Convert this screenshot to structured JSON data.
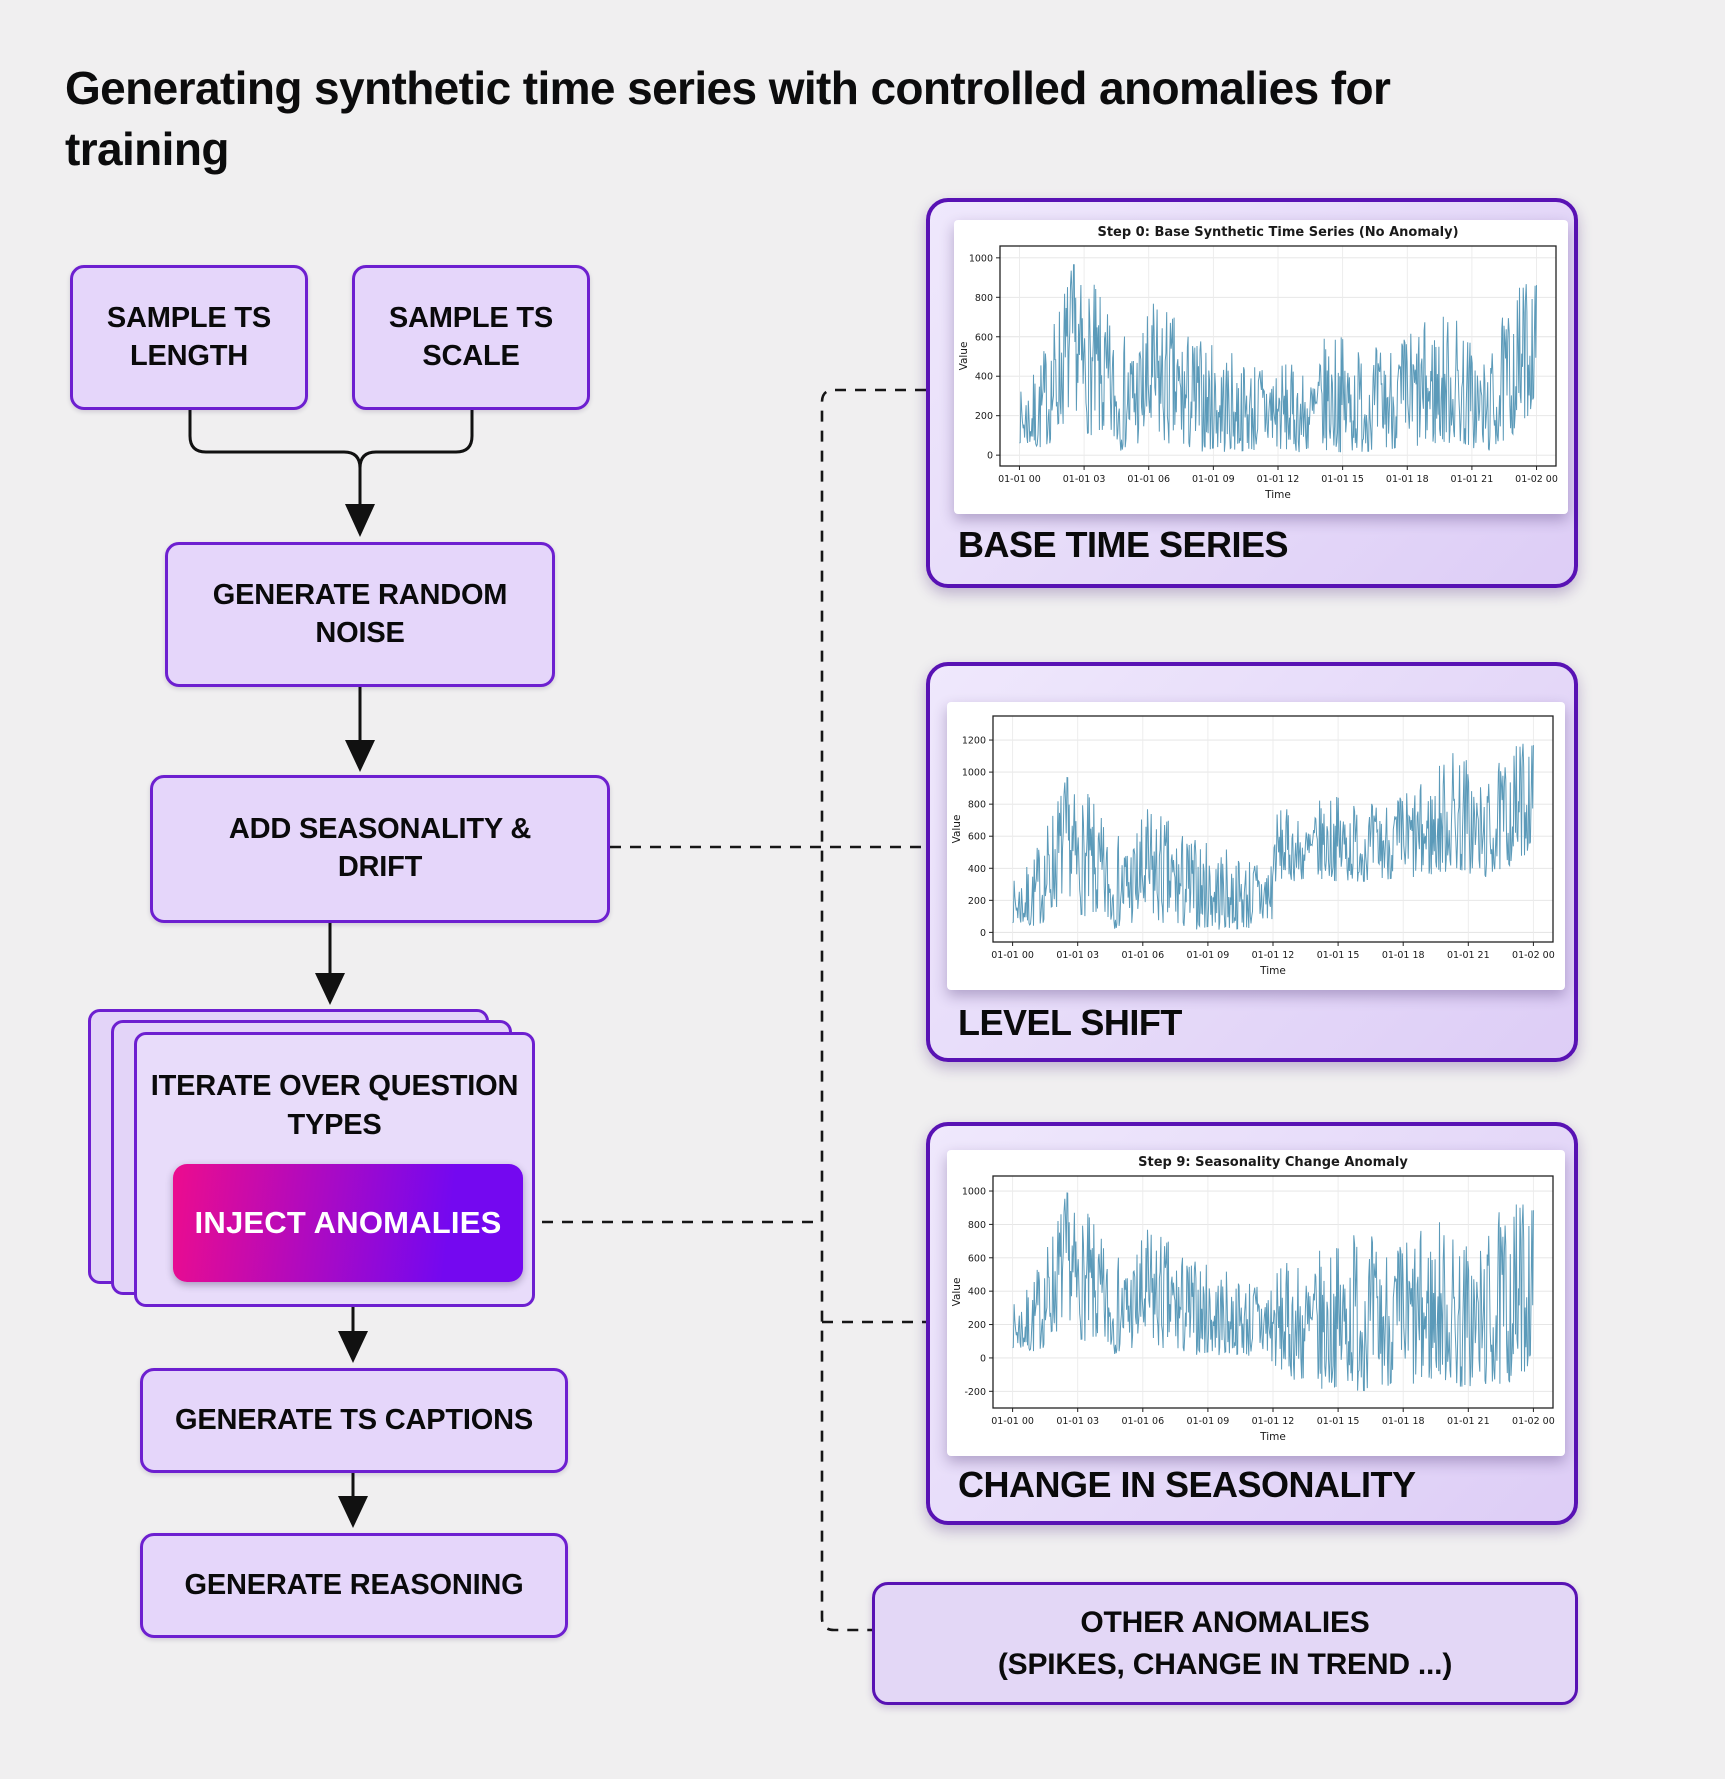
{
  "page": {
    "background": "#f0eff0",
    "title": "Generating synthetic time series with controlled anomalies for\ntraining"
  },
  "colors": {
    "box_fill": "#e5d6fa",
    "box_border": "#6d1fd0",
    "card_border": "#5812b4",
    "card_fill_light": "#efe8fc",
    "card_fill_dark": "#ddcdf6",
    "gradient_left": "#ec0c8e",
    "gradient_right": "#7408f0",
    "chart_line": "#5b9ab9",
    "connector": "#111111"
  },
  "flow": {
    "sample_length": {
      "label": "SAMPLE TS\nLENGTH"
    },
    "sample_scale": {
      "label": "SAMPLE TS\nSCALE"
    },
    "generate_noise": {
      "label": "GENERATE RANDOM\nNOISE"
    },
    "add_seasonality": {
      "label": "ADD SEASONALITY &\nDRIFT"
    },
    "iterate": {
      "label": "ITERATE OVER QUESTION\nTYPES"
    },
    "inject": {
      "label": "INJECT ANOMALIES"
    },
    "captions": {
      "label": "GENERATE TS CAPTIONS"
    },
    "reasoning": {
      "label": "GENERATE REASONING"
    }
  },
  "cards": [
    {
      "label": "BASE TIME SERIES"
    },
    {
      "label": "LEVEL SHIFT"
    },
    {
      "label": "CHANGE IN SEASONALITY"
    },
    {
      "label": "OTHER ANOMALIES\n(SPIKES, CHANGE IN TREND ...)"
    }
  ],
  "chart_data": [
    {
      "type": "line",
      "title": "Step 0: Base Synthetic Time Series (No Anomaly)",
      "xlabel": "Time",
      "ylabel": "Value",
      "grid": true,
      "line_color": "#5b9ab9",
      "xtick_labels": [
        "01-01 00",
        "01-01 03",
        "01-01 06",
        "01-01 09",
        "01-01 12",
        "01-01 15",
        "01-01 18",
        "01-01 21",
        "01-02 00"
      ],
      "yticks": [
        0,
        200,
        400,
        600,
        800,
        1000
      ],
      "ylim": [
        -55,
        1060
      ],
      "seed": 7,
      "n_points": 700,
      "envelope": [
        [
          0,
          60,
          320
        ],
        [
          0.03,
          10,
          430
        ],
        [
          0.06,
          60,
          640
        ],
        [
          0.085,
          150,
          880
        ],
        [
          0.105,
          260,
          1005
        ],
        [
          0.125,
          120,
          830
        ],
        [
          0.145,
          90,
          870
        ],
        [
          0.165,
          60,
          755
        ],
        [
          0.19,
          20,
          600
        ],
        [
          0.23,
          40,
          645
        ],
        [
          0.265,
          60,
          810
        ],
        [
          0.29,
          40,
          745
        ],
        [
          0.32,
          10,
          650
        ],
        [
          0.36,
          20,
          585
        ],
        [
          0.4,
          10,
          545
        ],
        [
          0.44,
          20,
          470
        ],
        [
          0.48,
          10,
          540
        ],
        [
          0.52,
          20,
          465
        ],
        [
          0.56,
          10,
          425
        ],
        [
          0.6,
          20,
          655
        ],
        [
          0.64,
          10,
          585
        ],
        [
          0.68,
          20,
          545
        ],
        [
          0.72,
          30,
          590
        ],
        [
          0.76,
          20,
          655
        ],
        [
          0.8,
          40,
          700
        ],
        [
          0.84,
          60,
          755
        ],
        [
          0.87,
          30,
          610
        ],
        [
          0.905,
          10,
          465
        ],
        [
          0.94,
          60,
          745
        ],
        [
          0.97,
          150,
          880
        ],
        [
          1,
          260,
          975
        ]
      ]
    },
    {
      "type": "line",
      "title": null,
      "xlabel": "Time",
      "ylabel": "Value",
      "grid": true,
      "line_color": "#5b9ab9",
      "xtick_labels": [
        "01-01 00",
        "01-01 03",
        "01-01 06",
        "01-01 09",
        "01-01 12",
        "01-01 15",
        "01-01 18",
        "01-01 21",
        "01-02 00"
      ],
      "yticks": [
        0,
        200,
        400,
        600,
        800,
        1000,
        1200
      ],
      "ylim": [
        -60,
        1350
      ],
      "seed": 7,
      "n_points": 700,
      "envelope": [
        [
          0,
          60,
          320
        ],
        [
          0.03,
          10,
          430
        ],
        [
          0.06,
          60,
          640
        ],
        [
          0.085,
          150,
          880
        ],
        [
          0.105,
          260,
          1005
        ],
        [
          0.125,
          120,
          830
        ],
        [
          0.145,
          90,
          870
        ],
        [
          0.165,
          60,
          755
        ],
        [
          0.19,
          20,
          600
        ],
        [
          0.23,
          40,
          645
        ],
        [
          0.265,
          60,
          810
        ],
        [
          0.29,
          40,
          745
        ],
        [
          0.32,
          10,
          650
        ],
        [
          0.36,
          20,
          585
        ],
        [
          0.4,
          10,
          545
        ],
        [
          0.44,
          20,
          470
        ],
        [
          0.497,
          10,
          540
        ],
        [
          0.503,
          300,
          765
        ],
        [
          0.52,
          330,
          780
        ],
        [
          0.56,
          310,
          705
        ],
        [
          0.6,
          330,
          870
        ],
        [
          0.64,
          310,
          855
        ],
        [
          0.68,
          320,
          800
        ],
        [
          0.72,
          330,
          845
        ],
        [
          0.76,
          320,
          905
        ],
        [
          0.8,
          340,
          950
        ],
        [
          0.84,
          380,
          1185
        ],
        [
          0.87,
          360,
          1130
        ],
        [
          0.905,
          330,
          905
        ],
        [
          0.94,
          380,
          1090
        ],
        [
          0.97,
          450,
          1190
        ],
        [
          1,
          520,
          1290
        ]
      ]
    },
    {
      "type": "line",
      "title": "Step 9: Seasonality Change Anomaly",
      "xlabel": "Time",
      "ylabel": "Value",
      "grid": true,
      "line_color": "#5b9ab9",
      "xtick_labels": [
        "01-01 00",
        "01-01 03",
        "01-01 06",
        "01-01 09",
        "01-01 12",
        "01-01 15",
        "01-01 18",
        "01-01 21",
        "01-02 00"
      ],
      "yticks": [
        -200,
        0,
        200,
        400,
        600,
        800,
        1000
      ],
      "ylim": [
        -300,
        1090
      ],
      "seed": 7,
      "n_points": 700,
      "envelope": [
        [
          0,
          60,
          320
        ],
        [
          0.03,
          10,
          430
        ],
        [
          0.06,
          60,
          640
        ],
        [
          0.085,
          150,
          880
        ],
        [
          0.105,
          260,
          1030
        ],
        [
          0.125,
          120,
          830
        ],
        [
          0.145,
          90,
          870
        ],
        [
          0.165,
          60,
          755
        ],
        [
          0.19,
          20,
          600
        ],
        [
          0.23,
          40,
          645
        ],
        [
          0.265,
          60,
          810
        ],
        [
          0.29,
          40,
          745
        ],
        [
          0.32,
          10,
          650
        ],
        [
          0.36,
          20,
          585
        ],
        [
          0.4,
          10,
          545
        ],
        [
          0.44,
          20,
          470
        ],
        [
          0.48,
          -30,
          540
        ],
        [
          0.52,
          -90,
          560
        ],
        [
          0.56,
          -170,
          615
        ],
        [
          0.6,
          -200,
          660
        ],
        [
          0.64,
          -150,
          705
        ],
        [
          0.66,
          -200,
          860
        ],
        [
          0.7,
          -190,
          705
        ],
        [
          0.74,
          -150,
          725
        ],
        [
          0.78,
          -200,
          765
        ],
        [
          0.82,
          -120,
          850
        ],
        [
          0.86,
          -200,
          735
        ],
        [
          0.9,
          -170,
          700
        ],
        [
          0.94,
          -190,
          905
        ],
        [
          0.97,
          -110,
          950
        ],
        [
          1,
          -50,
          1060
        ]
      ]
    }
  ]
}
